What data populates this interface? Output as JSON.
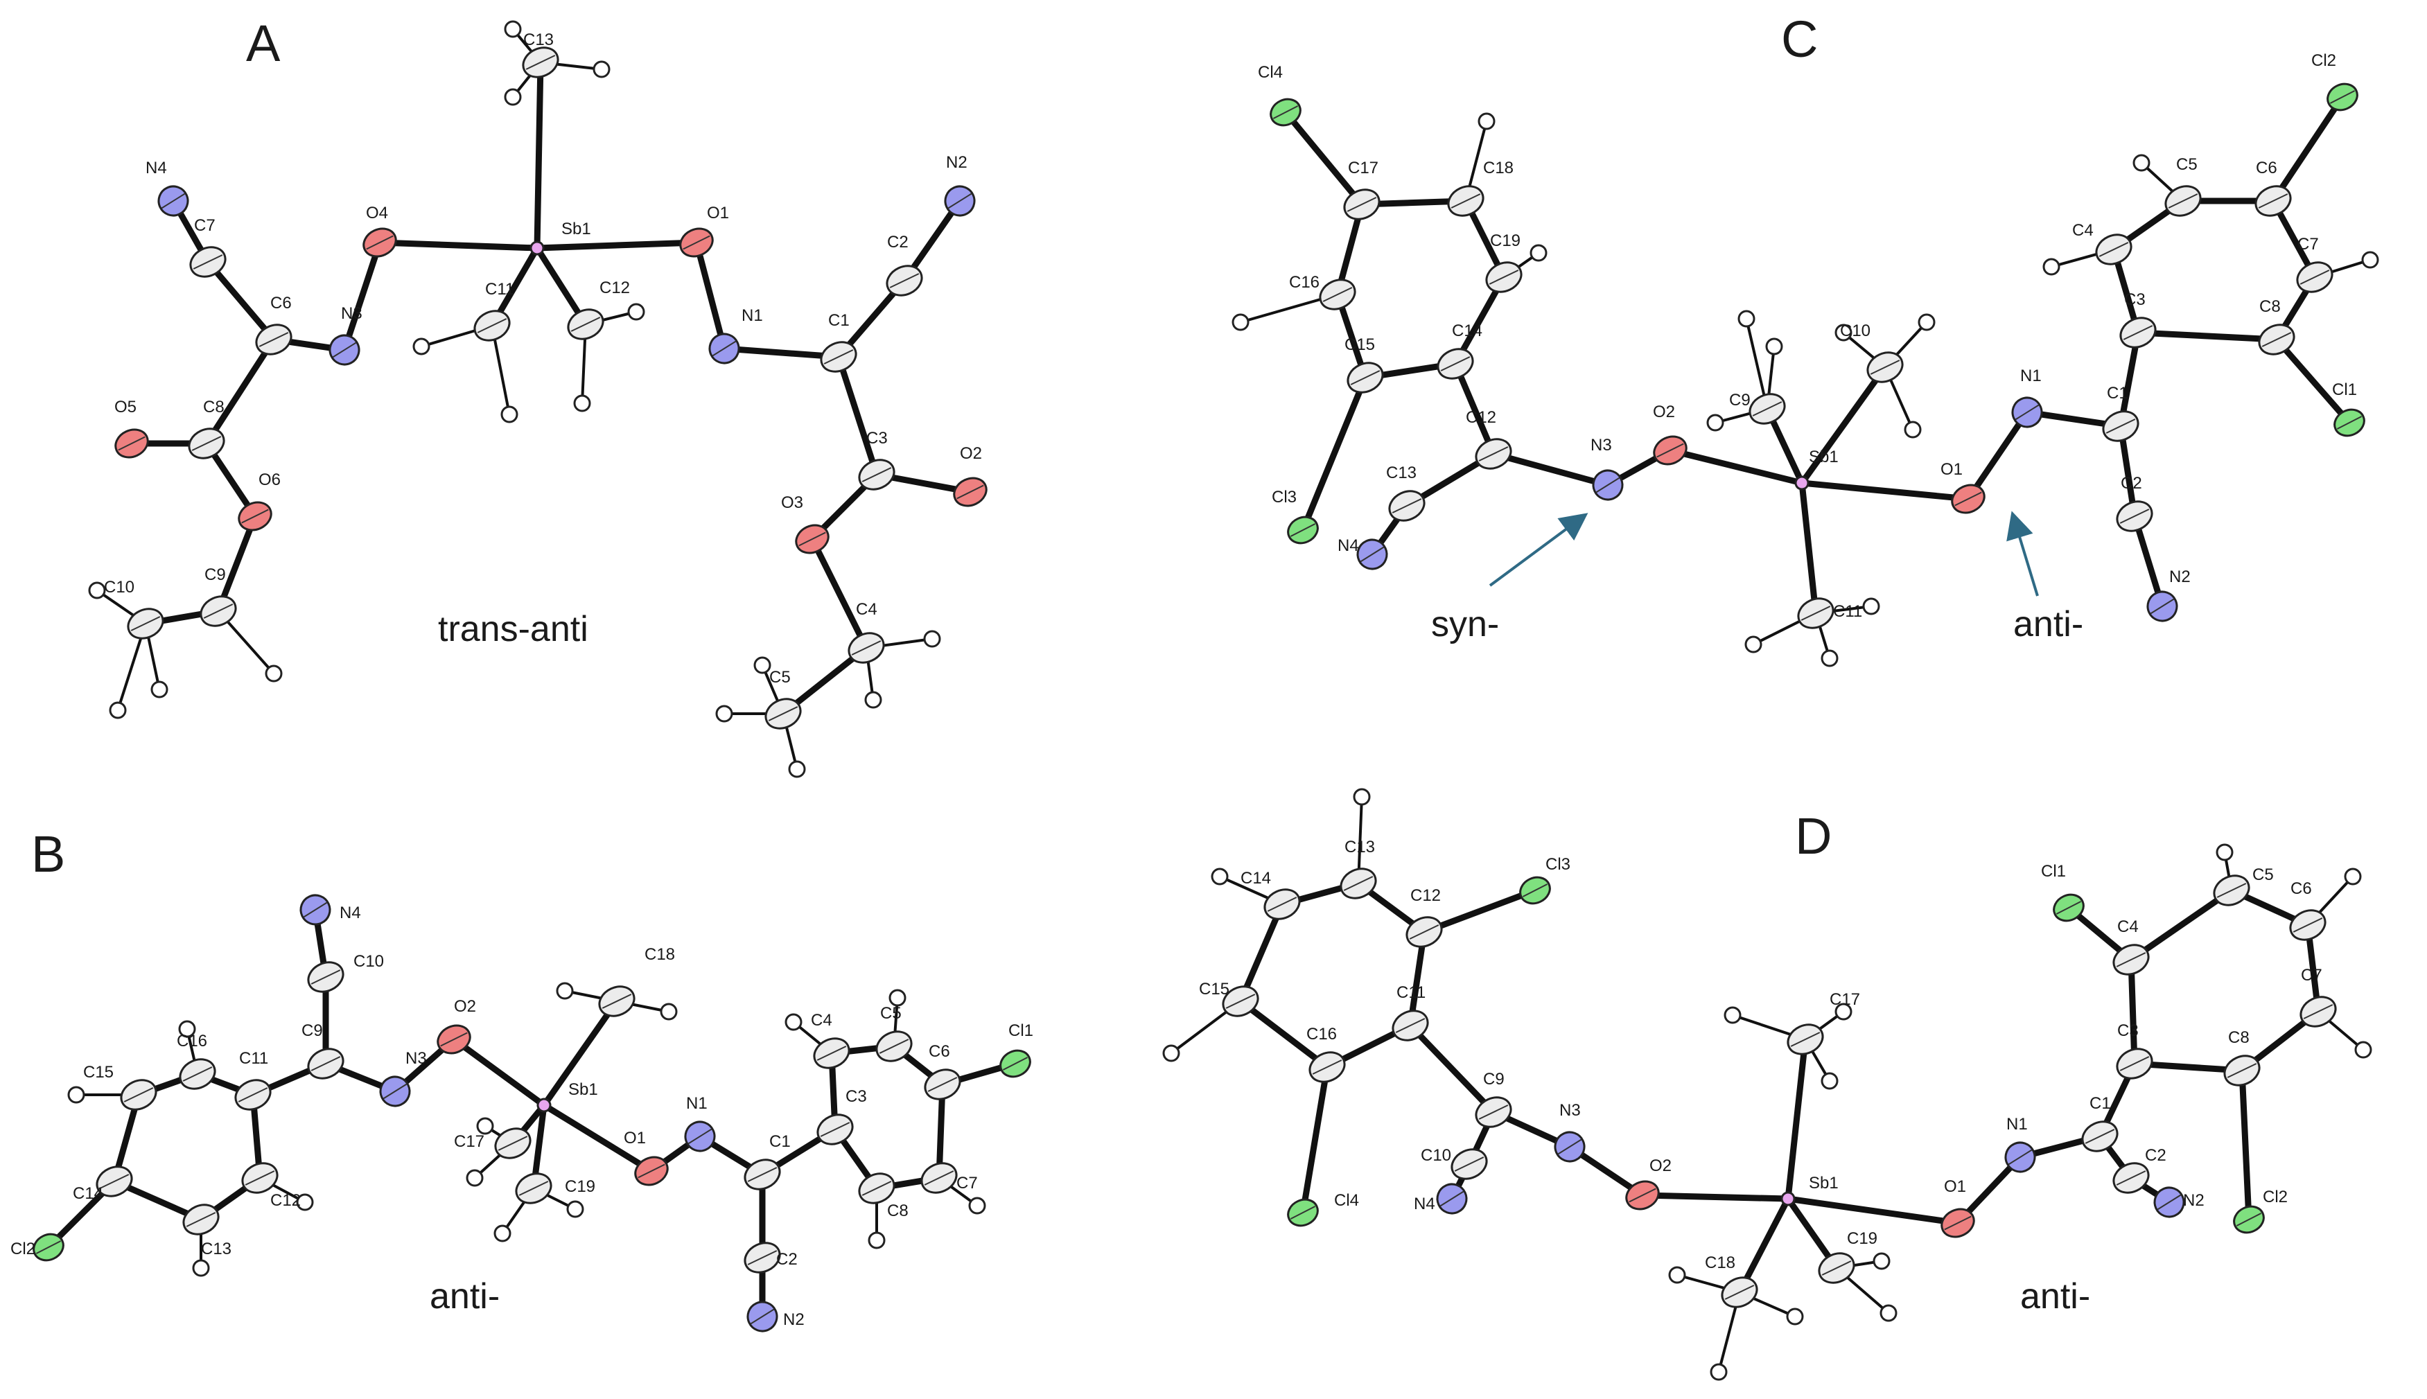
{
  "figure": {
    "colors": {
      "C": "#ececec",
      "N": "#9a9aee",
      "O": "#ee8080",
      "Cl": "#7fe07f",
      "Sb": "#e8a6ee",
      "H": "#ffffff",
      "bond": "#111111",
      "arrow": "#2f6a85"
    },
    "panels": [
      {
        "id": "A",
        "letter": "A",
        "conformation": "trans-anti",
        "atoms": [
          {
            "id": "C13",
            "label": "C13",
            "el": "C"
          },
          {
            "id": "Sb1",
            "label": "Sb1",
            "el": "Sb"
          },
          {
            "id": "O4",
            "label": "O4",
            "el": "O"
          },
          {
            "id": "O1",
            "label": "O1",
            "el": "O"
          },
          {
            "id": "C11",
            "label": "C11",
            "el": "C"
          },
          {
            "id": "C12",
            "label": "C12",
            "el": "C"
          },
          {
            "id": "N3",
            "label": "N3",
            "el": "N"
          },
          {
            "id": "C6",
            "label": "C6",
            "el": "C"
          },
          {
            "id": "C7",
            "label": "C7",
            "el": "C"
          },
          {
            "id": "N4",
            "label": "N4",
            "el": "N"
          },
          {
            "id": "C8",
            "label": "C8",
            "el": "C"
          },
          {
            "id": "O5",
            "label": "O5",
            "el": "O"
          },
          {
            "id": "O6",
            "label": "O6",
            "el": "O"
          },
          {
            "id": "C9",
            "label": "C9",
            "el": "C"
          },
          {
            "id": "C10",
            "label": "C10",
            "el": "C"
          },
          {
            "id": "N1",
            "label": "N1",
            "el": "N"
          },
          {
            "id": "C1",
            "label": "C1",
            "el": "C"
          },
          {
            "id": "C2",
            "label": "C2",
            "el": "C"
          },
          {
            "id": "N2",
            "label": "N2",
            "el": "N"
          },
          {
            "id": "C3",
            "label": "C3",
            "el": "C"
          },
          {
            "id": "O2",
            "label": "O2",
            "el": "O"
          },
          {
            "id": "O3",
            "label": "O3",
            "el": "O"
          },
          {
            "id": "C4",
            "label": "C4",
            "el": "C"
          },
          {
            "id": "C5",
            "label": "C5",
            "el": "C"
          }
        ]
      },
      {
        "id": "B",
        "letter": "B",
        "conformation": "anti-",
        "atoms": [
          {
            "id": "N4",
            "label": "N4",
            "el": "N"
          },
          {
            "id": "C10",
            "label": "C10",
            "el": "C"
          },
          {
            "id": "C9",
            "label": "C9",
            "el": "C"
          },
          {
            "id": "N3",
            "label": "N3",
            "el": "N"
          },
          {
            "id": "O2",
            "label": "O2",
            "el": "O"
          },
          {
            "id": "C11",
            "label": "C11",
            "el": "C"
          },
          {
            "id": "C16",
            "label": "C16",
            "el": "C"
          },
          {
            "id": "C15",
            "label": "C15",
            "el": "C"
          },
          {
            "id": "C14",
            "label": "C14",
            "el": "C"
          },
          {
            "id": "C13",
            "label": "C13",
            "el": "C"
          },
          {
            "id": "C12",
            "label": "C12",
            "el": "C"
          },
          {
            "id": "Cl2",
            "label": "Cl2",
            "el": "Cl"
          },
          {
            "id": "Sb1",
            "label": "Sb1",
            "el": "Sb"
          },
          {
            "id": "C18",
            "label": "C18",
            "el": "C"
          },
          {
            "id": "C17",
            "label": "C17",
            "el": "C"
          },
          {
            "id": "C19",
            "label": "C19",
            "el": "C"
          },
          {
            "id": "O1",
            "label": "O1",
            "el": "O"
          },
          {
            "id": "N1",
            "label": "N1",
            "el": "N"
          },
          {
            "id": "C1",
            "label": "C1",
            "el": "C"
          },
          {
            "id": "C2",
            "label": "C2",
            "el": "C"
          },
          {
            "id": "N2",
            "label": "N2",
            "el": "N"
          },
          {
            "id": "C3",
            "label": "C3",
            "el": "C"
          },
          {
            "id": "C4",
            "label": "C4",
            "el": "C"
          },
          {
            "id": "C5",
            "label": "C5",
            "el": "C"
          },
          {
            "id": "C6",
            "label": "C6",
            "el": "C"
          },
          {
            "id": "C7",
            "label": "C7",
            "el": "C"
          },
          {
            "id": "C8",
            "label": "C8",
            "el": "C"
          },
          {
            "id": "Cl1",
            "label": "Cl1",
            "el": "Cl"
          }
        ]
      },
      {
        "id": "C",
        "letter": "C",
        "conformation_left": "syn-",
        "conformation_right": "anti-",
        "atoms": [
          {
            "id": "Cl4",
            "label": "Cl4",
            "el": "Cl"
          },
          {
            "id": "C17",
            "label": "C17",
            "el": "C"
          },
          {
            "id": "C18",
            "label": "C18",
            "el": "C"
          },
          {
            "id": "C19",
            "label": "C19",
            "el": "C"
          },
          {
            "id": "C16",
            "label": "C16",
            "el": "C"
          },
          {
            "id": "C15",
            "label": "C15",
            "el": "C"
          },
          {
            "id": "C14",
            "label": "C14",
            "el": "C"
          },
          {
            "id": "C12",
            "label": "C12",
            "el": "C"
          },
          {
            "id": "C13",
            "label": "C13",
            "el": "C"
          },
          {
            "id": "N4",
            "label": "N4",
            "el": "N"
          },
          {
            "id": "Cl3",
            "label": "Cl3",
            "el": "Cl"
          },
          {
            "id": "N3",
            "label": "N3",
            "el": "N"
          },
          {
            "id": "O2",
            "label": "O2",
            "el": "O"
          },
          {
            "id": "Sb1",
            "label": "Sb1",
            "el": "Sb"
          },
          {
            "id": "C9",
            "label": "C9",
            "el": "C"
          },
          {
            "id": "C10",
            "label": "C10",
            "el": "C"
          },
          {
            "id": "C11",
            "label": "C11",
            "el": "C"
          },
          {
            "id": "O1",
            "label": "O1",
            "el": "O"
          },
          {
            "id": "N1",
            "label": "N1",
            "el": "N"
          },
          {
            "id": "C1",
            "label": "C1",
            "el": "C"
          },
          {
            "id": "C2",
            "label": "C2",
            "el": "C"
          },
          {
            "id": "N2",
            "label": "N2",
            "el": "N"
          },
          {
            "id": "C3",
            "label": "C3",
            "el": "C"
          },
          {
            "id": "C4",
            "label": "C4",
            "el": "C"
          },
          {
            "id": "C5",
            "label": "C5",
            "el": "C"
          },
          {
            "id": "C6",
            "label": "C6",
            "el": "C"
          },
          {
            "id": "C7",
            "label": "C7",
            "el": "C"
          },
          {
            "id": "C8",
            "label": "C8",
            "el": "C"
          },
          {
            "id": "Cl1",
            "label": "Cl1",
            "el": "Cl"
          },
          {
            "id": "Cl2",
            "label": "Cl2",
            "el": "Cl"
          }
        ]
      },
      {
        "id": "D",
        "letter": "D",
        "conformation": "anti-",
        "atoms": [
          {
            "id": "C13",
            "label": "C13",
            "el": "C"
          },
          {
            "id": "C12",
            "label": "C12",
            "el": "C"
          },
          {
            "id": "Cl3",
            "label": "Cl3",
            "el": "Cl"
          },
          {
            "id": "C14",
            "label": "C14",
            "el": "C"
          },
          {
            "id": "C15",
            "label": "C15",
            "el": "C"
          },
          {
            "id": "C16",
            "label": "C16",
            "el": "C"
          },
          {
            "id": "C11",
            "label": "C11",
            "el": "C"
          },
          {
            "id": "Cl4",
            "label": "Cl4",
            "el": "Cl"
          },
          {
            "id": "C9",
            "label": "C9",
            "el": "C"
          },
          {
            "id": "C10",
            "label": "C10",
            "el": "C"
          },
          {
            "id": "N4",
            "label": "N4",
            "el": "N"
          },
          {
            "id": "N3",
            "label": "N3",
            "el": "N"
          },
          {
            "id": "O2",
            "label": "O2",
            "el": "O"
          },
          {
            "id": "Sb1",
            "label": "Sb1",
            "el": "Sb"
          },
          {
            "id": "C17",
            "label": "C17",
            "el": "C"
          },
          {
            "id": "C18",
            "label": "C18",
            "el": "C"
          },
          {
            "id": "C19",
            "label": "C19",
            "el": "C"
          },
          {
            "id": "O1",
            "label": "O1",
            "el": "O"
          },
          {
            "id": "N1",
            "label": "N1",
            "el": "N"
          },
          {
            "id": "C1",
            "label": "C1",
            "el": "C"
          },
          {
            "id": "C2",
            "label": "C2",
            "el": "C"
          },
          {
            "id": "N2",
            "label": "N2",
            "el": "N"
          },
          {
            "id": "C3",
            "label": "C3",
            "el": "C"
          },
          {
            "id": "C4",
            "label": "C4",
            "el": "C"
          },
          {
            "id": "Cl1",
            "label": "Cl1",
            "el": "Cl"
          },
          {
            "id": "C5",
            "label": "C5",
            "el": "C"
          },
          {
            "id": "C6",
            "label": "C6",
            "el": "C"
          },
          {
            "id": "C7",
            "label": "C7",
            "el": "C"
          },
          {
            "id": "C8",
            "label": "C8",
            "el": "C"
          },
          {
            "id": "Cl2",
            "label": "Cl2",
            "el": "Cl"
          }
        ]
      }
    ]
  }
}
